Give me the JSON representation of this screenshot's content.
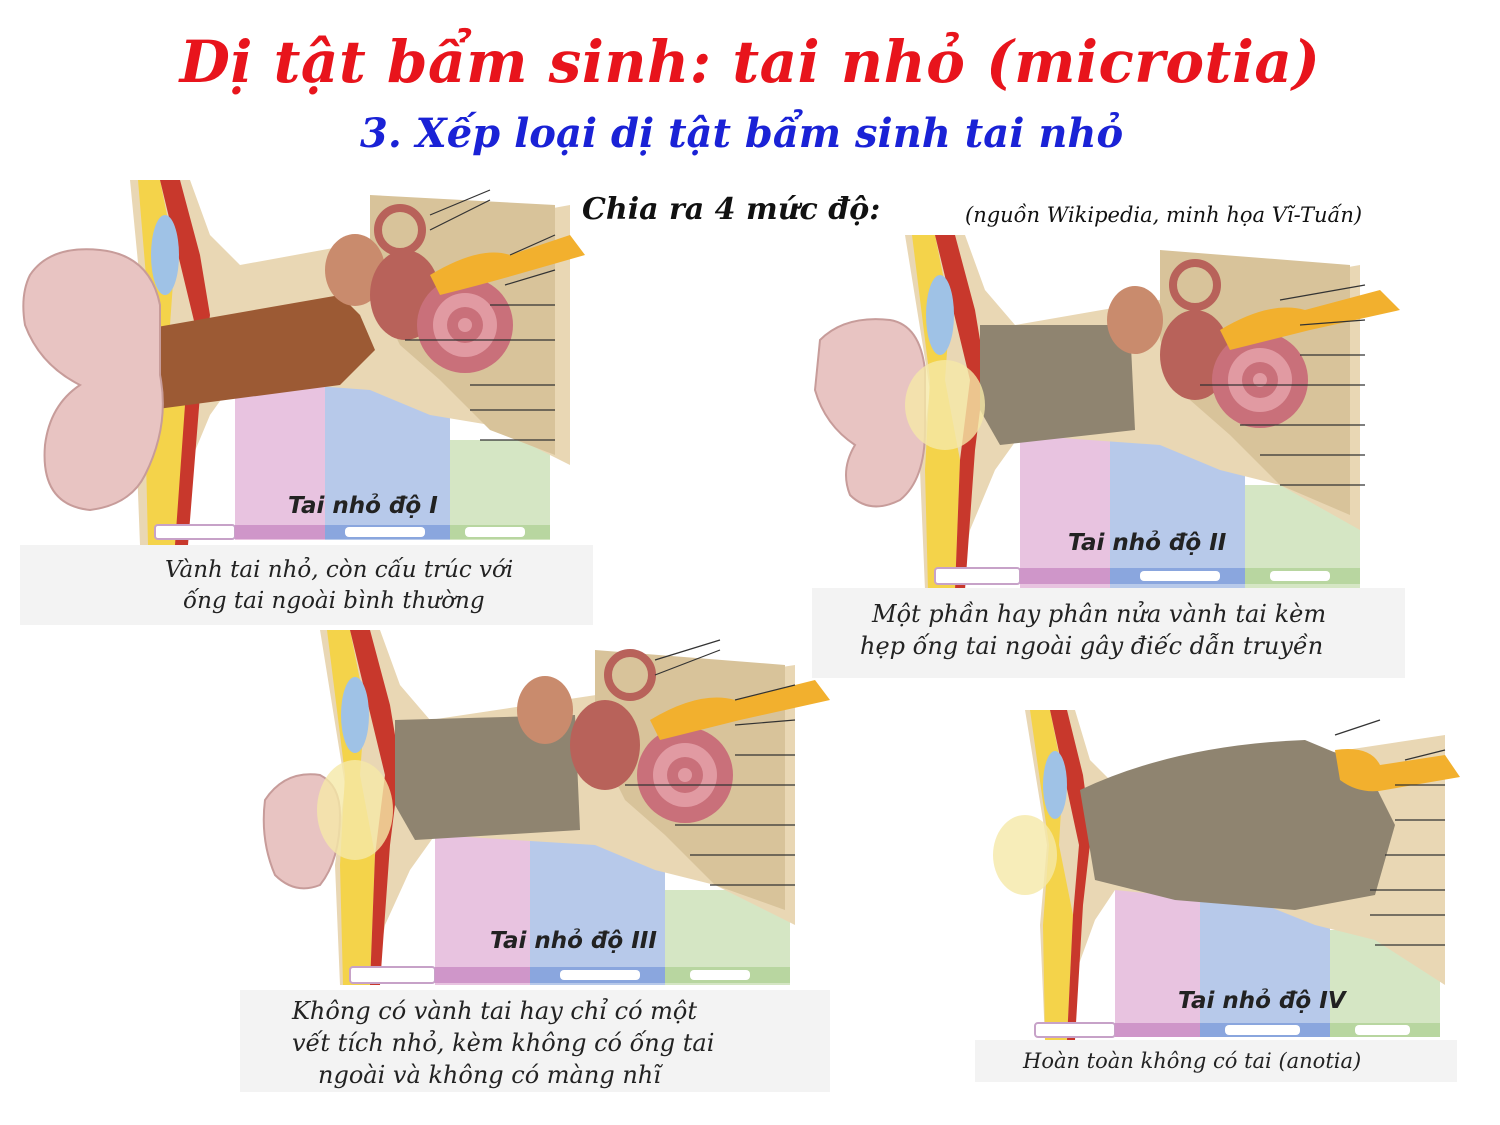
{
  "title": "Dị tật bẩm sinh: tai nhỏ (microtia)",
  "subtitle": "3. Xếp loại dị tật bẩm sinh tai nhỏ",
  "intro": "Chia ra 4 mức độ:",
  "source": "(nguồn Wikipedia, minh họa Vĩ-Tuấn)",
  "grades": [
    {
      "label": "Tai nhỏ độ I",
      "caption": [
        "Vành tai nhỏ, còn cấu trúc với",
        "ống tai ngoài bình thường"
      ]
    },
    {
      "label": "Tai nhỏ độ II",
      "caption": [
        "Một phần hay phân nửa vành tai kèm",
        "hẹp ống tai ngoài gây điếc dẫn truyền"
      ]
    },
    {
      "label": "Tai nhỏ độ III",
      "caption": [
        "Không có vành tai hay chỉ  có một",
        "vết tích nhỏ, kèm không có ống tai",
        "ngoài và không có màng nhĩ"
      ]
    },
    {
      "label": "Tai nhỏ độ IV",
      "caption": [
        "Hoàn toàn không có tai (anotia)"
      ]
    }
  ],
  "colors": {
    "title": "#e8141c",
    "subtitle": "#1a22d6",
    "bone": "#e9d7b4",
    "fat": "#f4d34a",
    "pinna": "#e8c4c2",
    "canal": "#9c5a34",
    "cochlea": "#c9707a",
    "zone_pink": "#e8c3e0",
    "zone_blue": "#b7c9ea",
    "zone_green": "#d5e6c4"
  },
  "icons": [
    "ear-cross-section-illustration"
  ]
}
